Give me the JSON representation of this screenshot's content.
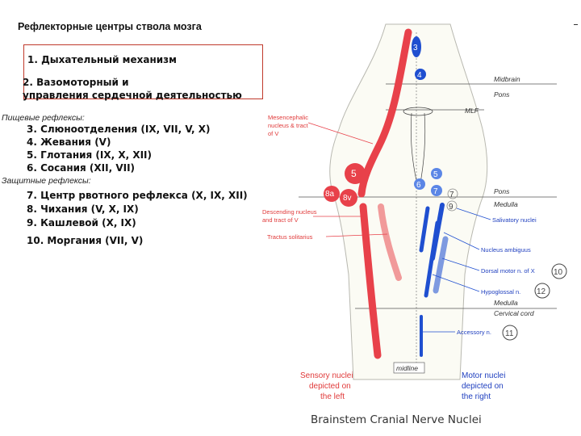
{
  "title": "Рефлекторные центры ствола мозга",
  "section1": {
    "item1": "1. Дыхательный механизм",
    "item2_line1": "2. Вазомоторный и",
    "item2_line2": "управления сердечной деятельностью"
  },
  "nutrition": {
    "heading": "Пищевые рефлексы:",
    "items": [
      "3. Слюноотделения (IX, VII, V, X)",
      "4. Жевания (V)",
      "5. Глотания (IX, X, XII)",
      "6. Сосания (XII, VII)"
    ]
  },
  "protective": {
    "heading": "Защитные рефлексы:",
    "items": [
      "7. Центр рвотного рефлекса (X, IX, XII)",
      "8. Чихания (V, X, IX)",
      "9. Кашлевой (X, IX)",
      "10. Моргания (VII, V)"
    ]
  },
  "figure": {
    "levels": {
      "midbrain": "Midbrain",
      "pons_top": "Pons",
      "mlf": "MLF",
      "pons_bottom": "Pons",
      "medulla_top": "Medulla",
      "medulla_bottom": "Medulla",
      "cervical": "Cervical  cord"
    },
    "sensory_labels": {
      "mesencephalic_1": "Mesencephalic",
      "mesencephalic_2": "nucleus & tract",
      "mesencephalic_3": "of V",
      "descending_1": "Descending nucleus",
      "descending_2": "and tract of V",
      "solitarius": "Tractus solitarius"
    },
    "motor_labels": {
      "salivatory": "Salivatory nuclei",
      "ambiguus": "Nucleus ambiguus",
      "dorsal": "Dorsal motor n. of X",
      "hypoglossal": "Hypoglossal n.",
      "accessory": "Accessory n."
    },
    "numbers": {
      "n3": "3",
      "n4": "4",
      "n5_red": "5",
      "n8a": "8a",
      "n8v": "8v",
      "n5_blue": "5",
      "n6": "6",
      "n7_blue": "7",
      "n7_circ": "7",
      "n9": "9",
      "n10": "10",
      "n12": "12",
      "n11": "11"
    },
    "midline": "midline",
    "sensory_caption_1": "Sensory nuclei",
    "sensory_caption_2": "depicted on",
    "sensory_caption_3": "the left",
    "motor_caption_1": "Motor nuclei",
    "motor_caption_2": "depicted on",
    "motor_caption_3": "the right",
    "caption": "Brainstem Cranial Nerve Nuclei",
    "colors": {
      "sensory": "#e8414a",
      "motor": "#1f4fd0",
      "light_motor": "#7e9ae0",
      "light_sensory": "#f19a9a"
    }
  }
}
